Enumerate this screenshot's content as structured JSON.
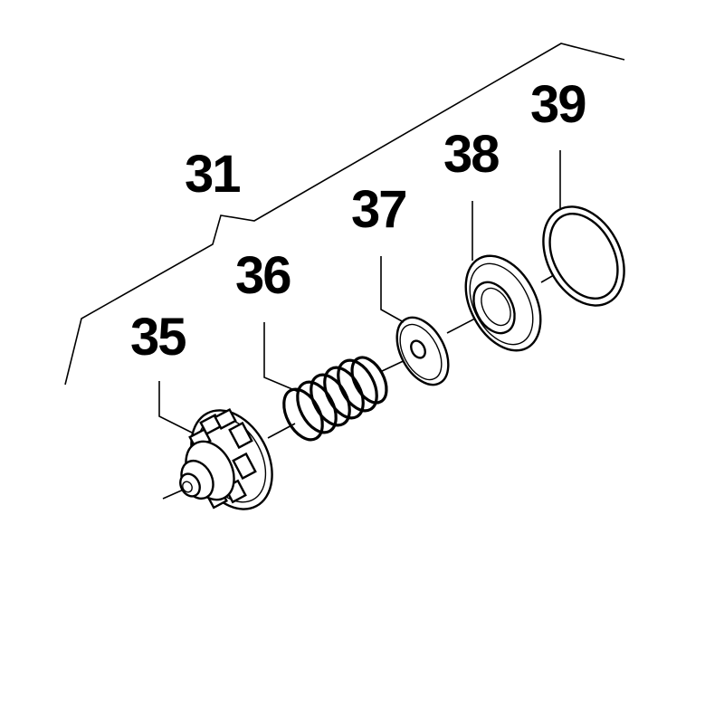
{
  "diagram": {
    "labels": {
      "group": "31",
      "p35": "35",
      "p36": "36",
      "p37": "37",
      "p38": "38",
      "p39": "39"
    }
  }
}
